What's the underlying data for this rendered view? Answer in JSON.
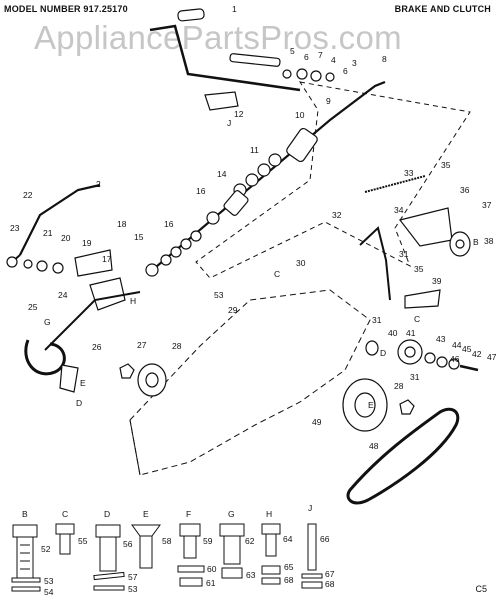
{
  "header": {
    "model_number": "MODEL NUMBER 917.25170",
    "section_title": "BRAKE AND CLUTCH"
  },
  "watermark": "AppliancePartsPros.com",
  "page_code": "C5",
  "callouts": [
    "1",
    "2",
    "3",
    "4",
    "5",
    "6",
    "6",
    "7",
    "8",
    "9",
    "10",
    "11",
    "12",
    "14",
    "15",
    "16",
    "16",
    "17",
    "18",
    "19",
    "20",
    "21",
    "22",
    "23",
    "24",
    "25",
    "26",
    "27",
    "28",
    "28",
    "29",
    "30",
    "31",
    "31",
    "31",
    "32",
    "33",
    "34",
    "35",
    "35",
    "36",
    "37",
    "38",
    "39",
    "40",
    "41",
    "42",
    "43",
    "44",
    "45",
    "46",
    "47",
    "48",
    "49",
    "53"
  ],
  "letter_refs": [
    "J",
    "H",
    "G",
    "E",
    "D",
    "C",
    "C",
    "B",
    "E",
    "D"
  ],
  "hardware_groups": [
    {
      "letter": "B",
      "parts": [
        "52",
        "53",
        "54"
      ]
    },
    {
      "letter": "C",
      "parts": [
        "55"
      ]
    },
    {
      "letter": "D",
      "parts": [
        "56",
        "57",
        "53"
      ]
    },
    {
      "letter": "E",
      "parts": [
        "58"
      ]
    },
    {
      "letter": "F",
      "parts": [
        "59",
        "60",
        "61"
      ]
    },
    {
      "letter": "G",
      "parts": [
        "62",
        "63"
      ]
    },
    {
      "letter": "H",
      "parts": [
        "64",
        "65",
        "68"
      ]
    },
    {
      "letter": "J",
      "parts": [
        "66",
        "67",
        "68"
      ]
    }
  ]
}
